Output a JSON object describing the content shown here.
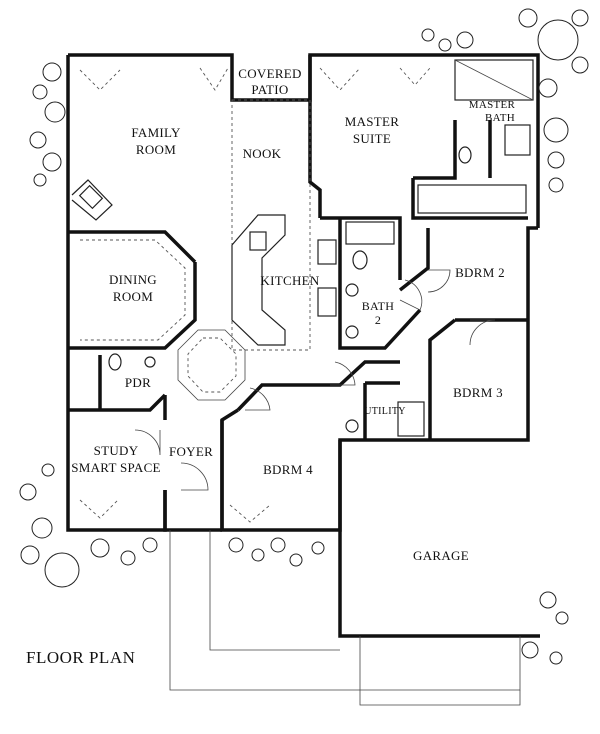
{
  "title": "FLOOR PLAN",
  "rooms": {
    "covered_patio": [
      "COVERED",
      "PATIO"
    ],
    "family_room": [
      "FAMILY",
      "ROOM"
    ],
    "nook": "NOOK",
    "master_suite": [
      "MASTER",
      "SUITE"
    ],
    "master_bath": [
      "MASTER",
      "BATH"
    ],
    "kitchen": "KITCHEN",
    "dining_room": [
      "DINING",
      "ROOM"
    ],
    "bath2": [
      "BATH",
      "2"
    ],
    "bdrm2": "BDRM 2",
    "bdrm3": "BDRM 3",
    "pdr": "PDR",
    "utility": "UTILITY",
    "study": [
      "STUDY",
      "SMART SPACE"
    ],
    "foyer": "FOYER",
    "bdrm4": "BDRM 4",
    "garage": "GARAGE"
  }
}
